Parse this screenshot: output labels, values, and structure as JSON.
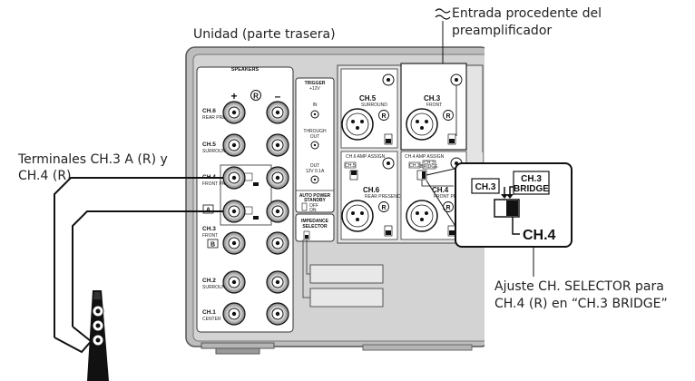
{
  "captions": {
    "unit": "Unidad (parte trasera)",
    "input_line1": "Entrada procedente del",
    "input_line2": "preamplificador",
    "terminals_line1": "Terminales CH.3 A (R) y",
    "terminals_line2": "CH.4 (R)",
    "selector_line1": "Ajuste CH. SELECTOR para",
    "selector_line2": "CH.4 (R) en “CH.3 BRIDGE”"
  },
  "speakers_panel": {
    "title": "SPEAKERS",
    "plus": "+",
    "r": "R",
    "minus": "–",
    "channels": [
      {
        "label": "CH.6",
        "sub": "REAR PRESENCE"
      },
      {
        "label": "CH.5",
        "sub": "SURROUND"
      },
      {
        "label": "CH.4",
        "sub": "FRONT PRESENCE"
      },
      {
        "label": "CH.3",
        "sub": "FRONT"
      },
      {
        "label": "CH.2",
        "sub": "SURROUND BACK"
      },
      {
        "label": "CH.1",
        "sub": "CENTER"
      }
    ],
    "a_label": "A",
    "b_label": "B"
  },
  "trigger_panel": {
    "title": "TRIGGER",
    "voltage": "+12V",
    "in": "IN",
    "through_out_1": "THROUGH",
    "through_out_2": "OUT",
    "out_1": "OUT",
    "out_2": "12V 0.1A",
    "auto_power_1": "AUTO POWER",
    "auto_power_2": "STANDBY",
    "off": "OFF",
    "on": "ON",
    "impedance_1": "IMPEDANCE",
    "impedance_2": "SELECTOR"
  },
  "xlr_panel": {
    "ch5": "CH.5",
    "ch5_sub": "SURROUND",
    "ch3": "CH.3",
    "ch3_sub": "FRONT",
    "ch6": "CH.6",
    "ch6_sub": "REAR PRESENCE",
    "ch4": "CH.4",
    "ch4_sub": "FRONT PRESENCE",
    "assign_left": "CH.6 AMP ASSIGN",
    "assign_right": "CH.4 AMP ASSIGN",
    "ch5_switch": "CH.5",
    "ch3_switch": "CH.3",
    "bridge_switch_1": "CH.3",
    "bridge_switch_2": "BRIDGE"
  },
  "callout": {
    "ch3": "CH.3",
    "bridge_1": "CH.3",
    "bridge_2": "BRIDGE",
    "ch4": "CH.4"
  }
}
